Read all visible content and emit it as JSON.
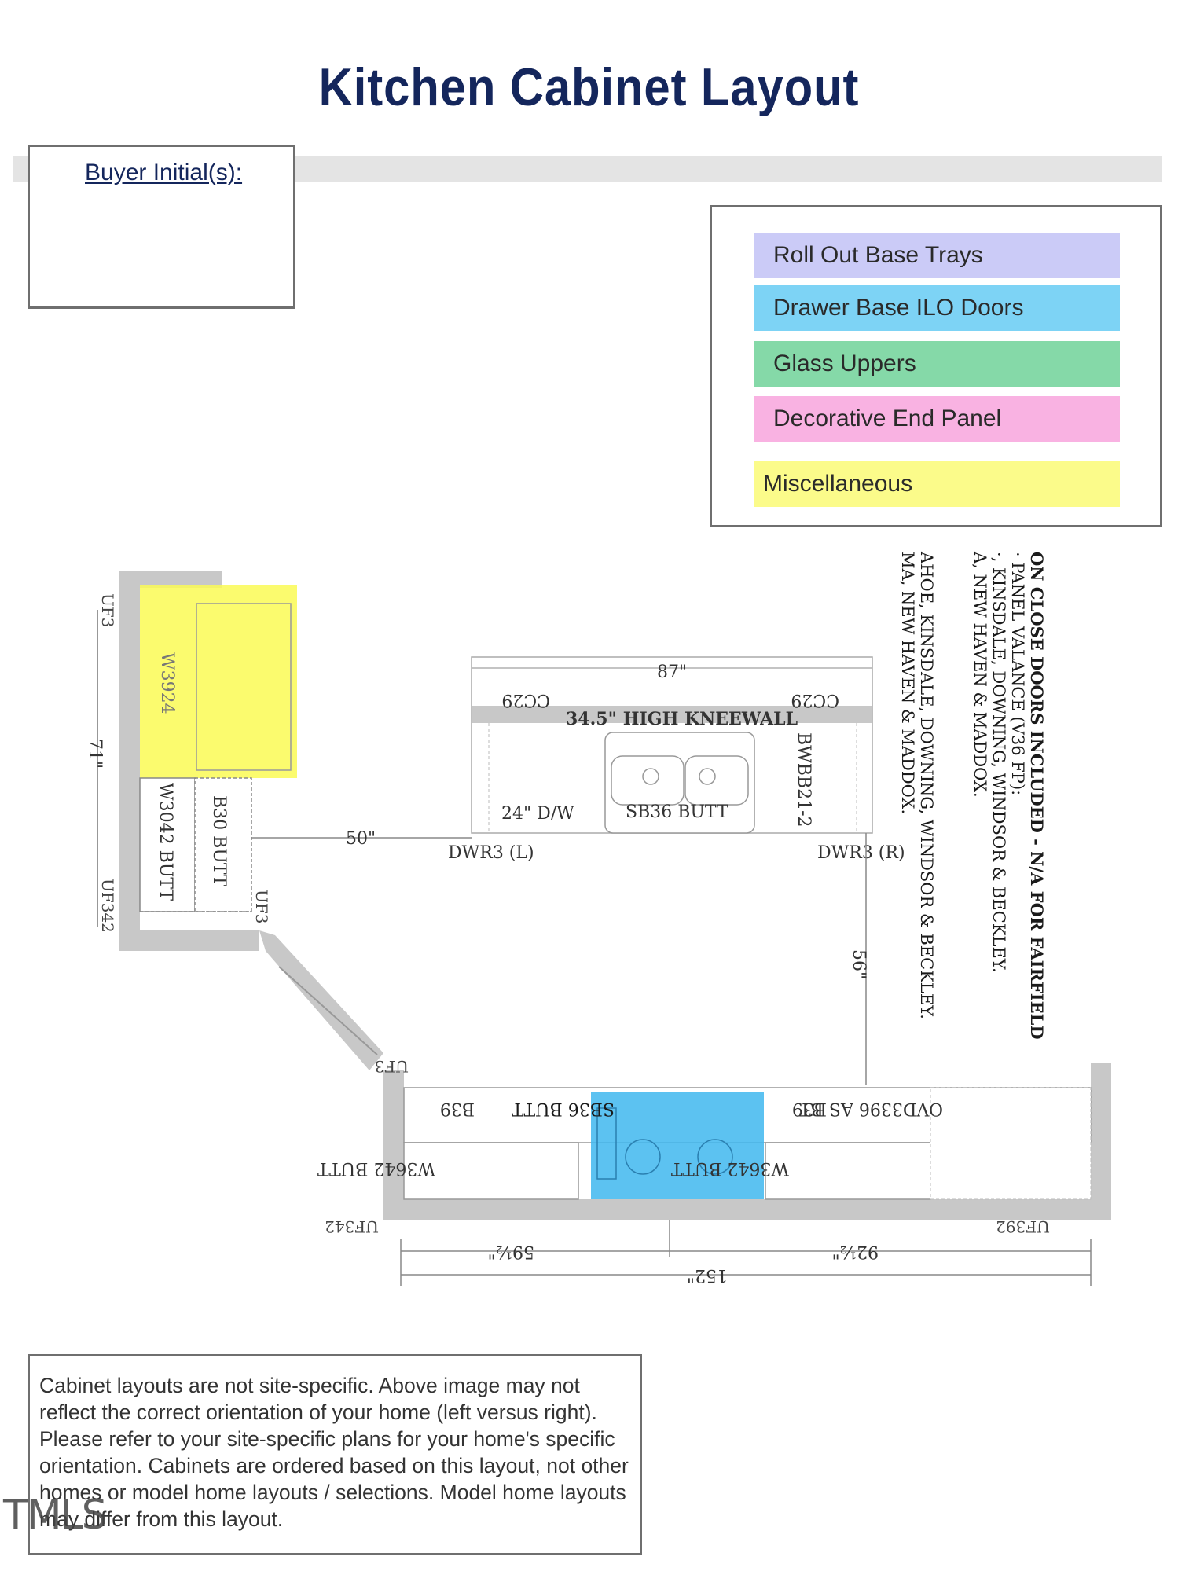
{
  "title": "Kitchen Cabinet Layout",
  "buyer_initials": {
    "label": "Buyer Initial(s):"
  },
  "legend": [
    {
      "label": "Roll Out Base Trays",
      "color": "#cbcbf7"
    },
    {
      "label": "Drawer Base ILO Doors",
      "color": "#7dd3f5"
    },
    {
      "label": "Glass Uppers",
      "color": "#85d9a8"
    },
    {
      "label": "Decorative End Panel",
      "color": "#f9b2e2"
    },
    {
      "label": "Miscellaneous",
      "color": "#fbfb8a"
    }
  ],
  "diagram": {
    "left_wall": {
      "uf_top": "UF3",
      "upper": "W3924",
      "dim": "71\"",
      "upper2": "W3042 BUTT",
      "base": "B30 BUTT",
      "uf_bottom": "UF342",
      "uf_right": "UF3"
    },
    "island": {
      "width_dim": "87\"",
      "cc_left": "CC29",
      "cc_right": "CC29",
      "kneewall": "34.5\" HIGH KNEEWALL",
      "dw": "24\" D/W",
      "sink": "SB36 BUTT",
      "bwbb": "BWBB21-2",
      "dwr_left": "DWR3 (L)",
      "dwr_right": "DWR3 (R)"
    },
    "spacing_dim": "50\"",
    "aisle_dim": "56\"",
    "back_wall": {
      "uf_left": "UF3",
      "b_left": "B39",
      "sink": "SB36 BUTT",
      "b_right": "B39",
      "ovd": "OVD3396 AS BT",
      "w_left": "W3642 BUTT",
      "w_right": "W3642 BUTT",
      "uf_bl": "UF342",
      "uf_br": "UF392",
      "dim_left": "59½\"",
      "dim_right": "92½\"",
      "dim_total": "152\""
    },
    "notes": [
      "ON CLOSE DOORS INCLUDED - N/A FOR FAIRFIELD",
      "· PANEL VALANCE (V36 FP):",
      "·, KINSDALE, DOWNING, WINDSOR & BECKLEY.",
      "A, NEW HAVEN & MADDOX.",
      "AHOE, KINSDALE, DOWNING, WINDSOR & BECKLEY.",
      "MA, NEW HAVEN & MADDOX."
    ]
  },
  "disclaimer": "Cabinet layouts are not site-specific. Above image may not reflect the correct orientation of your home (left versus right). Please refer to your site-specific plans for your home's specific orientation. Cabinets are ordered based on this layout, not other homes or model home layouts / selections. Model home layouts may differ from this layout.",
  "watermark": "TMLS"
}
